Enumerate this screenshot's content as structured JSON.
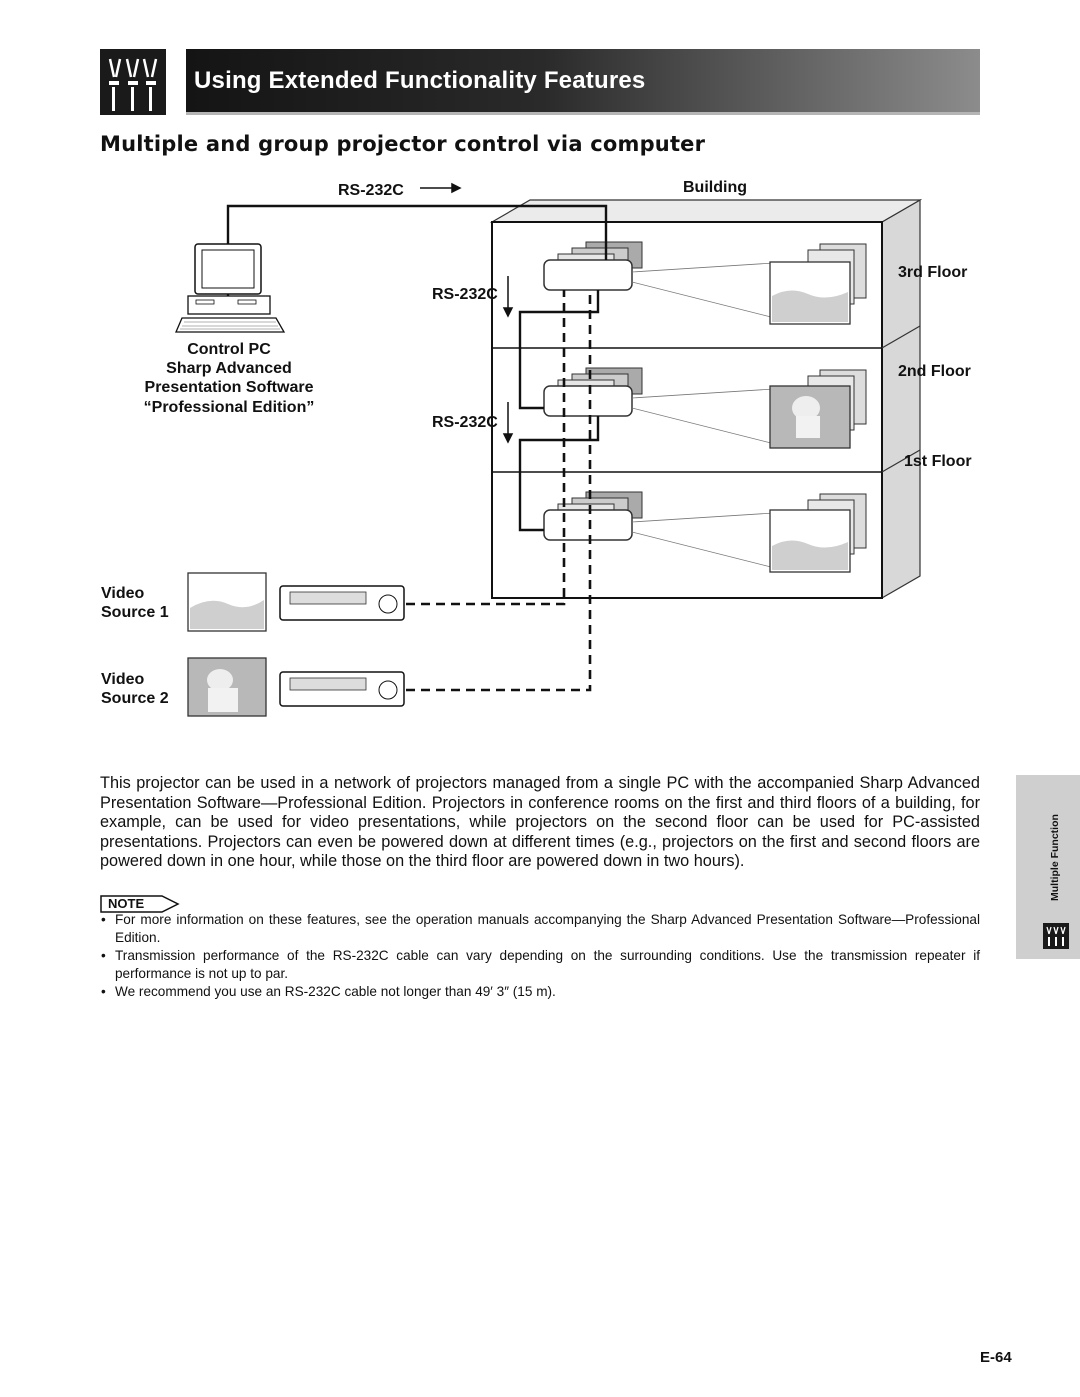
{
  "header": {
    "banner_title": "Using Extended Functionality Features",
    "banner_icon": "multi-projector-icon"
  },
  "section": {
    "title": "Multiple and group projector control via computer"
  },
  "diagram": {
    "rs232c_top": "RS-232C",
    "building": "Building",
    "floor3": "3rd Floor",
    "floor2": "2nd Floor",
    "floor1": "1st Floor",
    "rs232c_mid": "RS-232C",
    "rs232c_low": "RS-232C",
    "pc_lines": [
      "Control PC",
      "Sharp Advanced",
      "Presentation Software",
      "“Professional Edition”"
    ],
    "video1_lines": [
      "Video",
      "Source 1"
    ],
    "video2_lines": [
      "Video",
      "Source 2"
    ]
  },
  "body": {
    "paragraph": "This projector can be used in a network of projectors managed from a single PC with the accompanied Sharp Advanced Presentation Software—Professional Edition. Projectors in conference rooms on the first and third floors of a building, for example, can be used for video presentations, while projectors on the second floor can be used for PC-assisted presentations. Projectors can even be powered down at different times (e.g., projectors on the first and second floors are powered down in one hour, while those on the third floor are powered down in two hours)."
  },
  "note": {
    "tag": "NOTE",
    "bullet": "•",
    "items": [
      "For more information on these features, see the operation manuals accompanying the Sharp Advanced Presentation Software—Professional Edition.",
      "Transmission performance of the RS-232C cable can vary depending on the surrounding conditions. Use the transmission repeater if performance is not up to par.",
      "We recommend you use an RS-232C cable not longer than 49′ 3″ (15 m)."
    ]
  },
  "side_tab": {
    "label": "Multiple Function",
    "icon": "multi-projector-icon"
  },
  "footer": {
    "page_number": "E-64"
  }
}
